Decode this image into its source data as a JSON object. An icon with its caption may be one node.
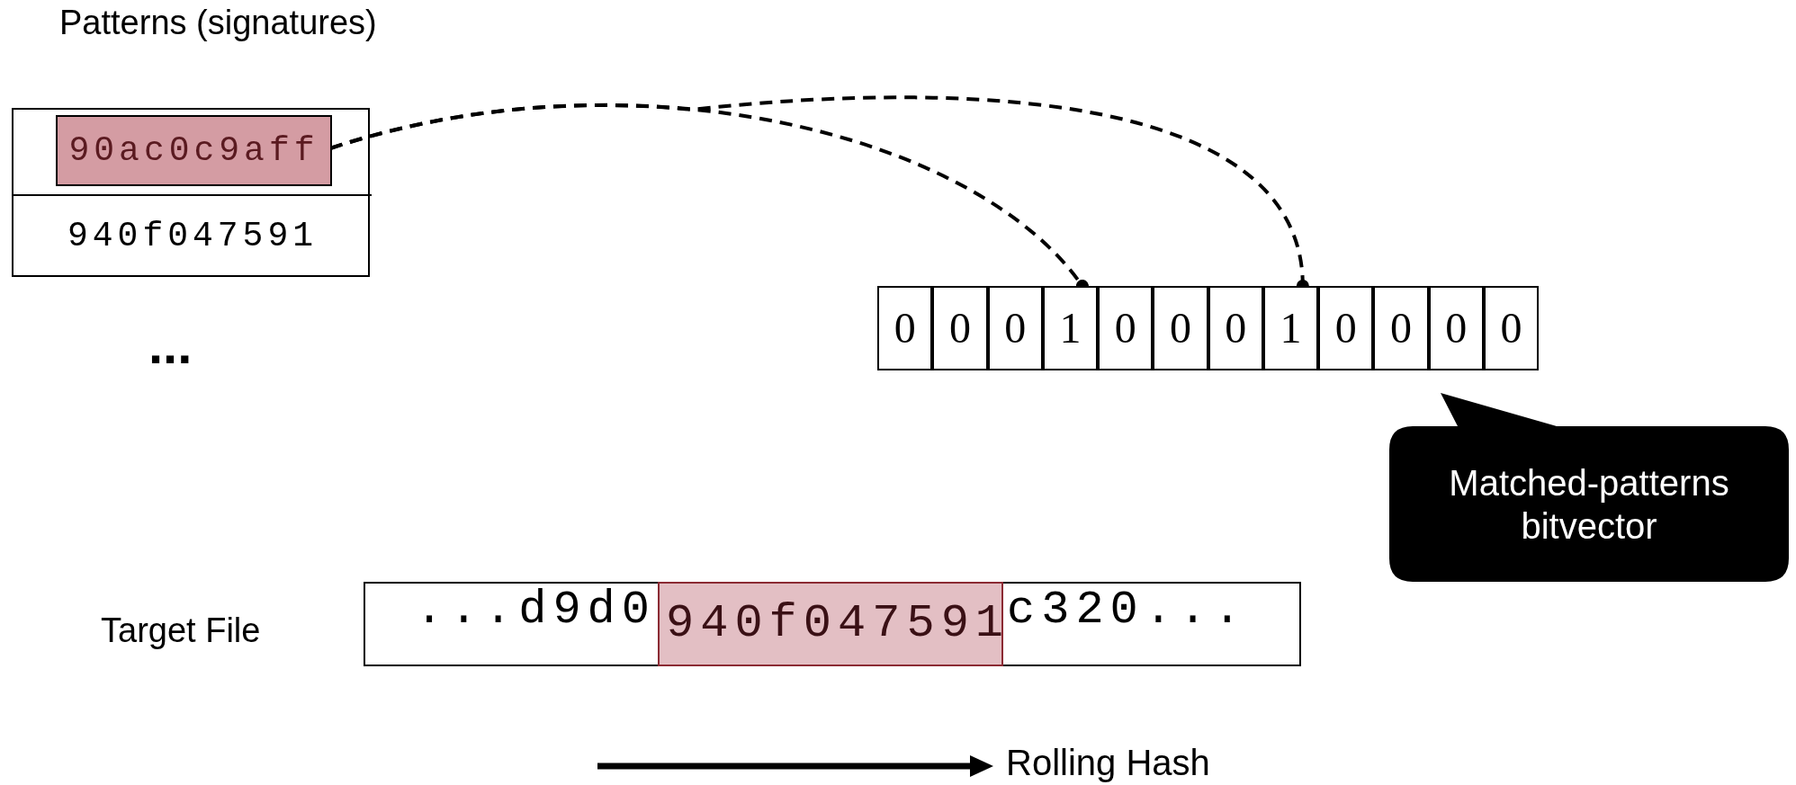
{
  "diagram": {
    "nodes": [
      {
        "text": [],
        "shape": "box"
      },
      {
        "text": [
          "90ac0c9aff"
        ],
        "in": 0
      },
      {
        "text": [
          "940f047591"
        ],
        "in": 0
      },
      {
        "text": [
          "0"
        ]
      },
      {
        "text": [
          "0"
        ]
      },
      {
        "text": [
          "0"
        ]
      },
      {
        "text": [
          "1"
        ]
      },
      {
        "text": [
          "0"
        ]
      },
      {
        "text": [
          "0"
        ]
      },
      {
        "text": [
          "0"
        ]
      },
      {
        "text": [
          "1"
        ]
      },
      {
        "text": [
          "0"
        ]
      },
      {
        "text": [
          "0"
        ]
      },
      {
        "text": [
          "0"
        ]
      },
      {
        "text": [
          "0"
        ]
      },
      {
        "text": [
          "Matched-patterns bitvector"
        ]
      },
      {
        "text": [
          "...d9d0",
          "c320..."
        ],
        "beside": [
          "Target File"
        ]
      },
      {
        "text": [
          "940f047591"
        ],
        "in": 16
      }
    ],
    "edges": [
      {
        "from": 1,
        "to": 6,
        "arrow": "other",
        "style": "dashed"
      },
      {
        "from": 1,
        "to": 10,
        "arrow": "other",
        "style": "dashed"
      }
    ],
    "labels": [
      "Patterns (signatures)",
      "...",
      "Rolling Hash"
    ]
  }
}
